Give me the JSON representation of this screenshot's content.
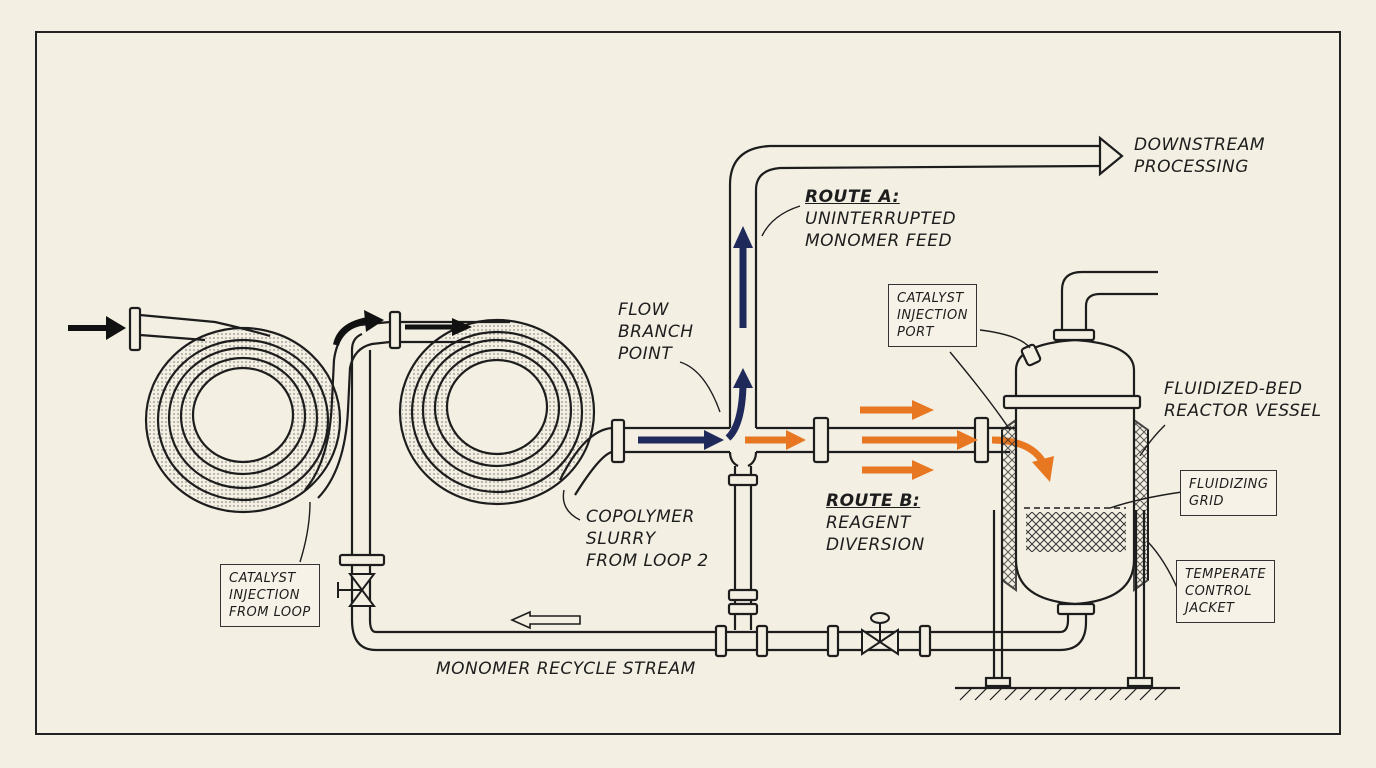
{
  "colors": {
    "background": "#f3efe3",
    "line": "#1d1d1d",
    "route_a_arrow": "#1f2a5a",
    "route_b_arrow": "#e87722"
  },
  "labels": {
    "downstream": [
      "DOWNSTREAM",
      "PROCESSING"
    ],
    "route_a_title": "ROUTE A:",
    "route_a_desc": [
      "UNINTERRUPTED",
      "MONOMER FEED"
    ],
    "flow_branch": [
      "FLOW",
      "BRANCH",
      "POINT"
    ],
    "catalyst_port": [
      "CATALYST",
      "INJECTION",
      "PORT"
    ],
    "reactor_vessel": [
      "FLUIDIZED-BED",
      "REACTOR VESSEL"
    ],
    "fluidizing_grid": [
      "FLUIDIZING",
      "GRID"
    ],
    "temperate_jacket": [
      "TEMPERATE",
      "CONTROL",
      "JACKET"
    ],
    "route_b_title": "ROUTE B:",
    "route_b_desc": [
      "REAGENT",
      "DIVERSION"
    ],
    "copolymer": [
      "COPOLYMER",
      "SLURRY",
      "FROM LOOP 2"
    ],
    "catalyst_loop": [
      "CATALYST",
      "INJECTION",
      "FROM LOOP"
    ],
    "recycle": "MONOMER RECYCLE STREAM"
  }
}
